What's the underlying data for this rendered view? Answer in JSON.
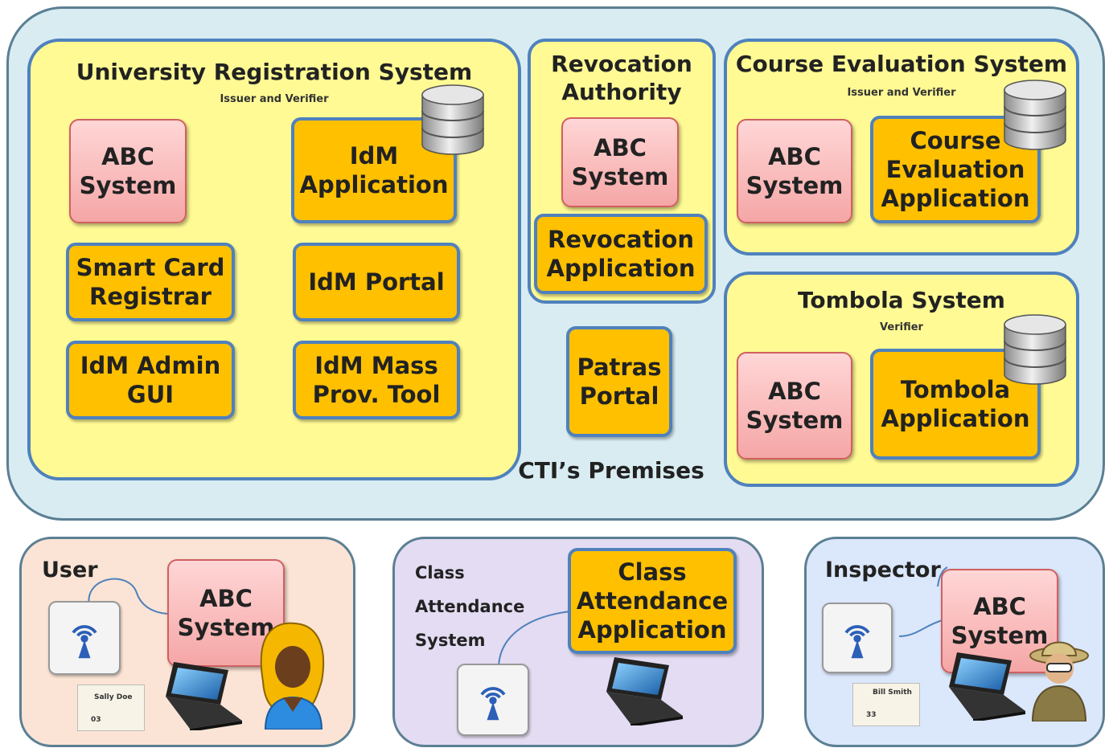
{
  "premises": {
    "label": "CTI’s Premises"
  },
  "urs": {
    "title": "University Registration System",
    "subtitle": "Issuer and Verifier",
    "abc": "ABC\nSystem",
    "idm_app": "IdM\nApplication",
    "smart_card": "Smart Card\nRegistrar",
    "idm_portal": "IdM Portal",
    "idm_admin": "IdM Admin\nGUI",
    "idm_mass": "IdM Mass\nProv. Tool"
  },
  "revocation": {
    "title": "Revocation\nAuthority",
    "abc": "ABC\nSystem",
    "app": "Revocation\nApplication"
  },
  "patras": {
    "label": "Patras\nPortal"
  },
  "course_eval": {
    "title": "Course Evaluation System",
    "subtitle": "Issuer and Verifier",
    "abc": "ABC\nSystem",
    "app": "Course\nEvaluation\nApplication"
  },
  "tombola": {
    "title": "Tombola System",
    "subtitle": "Verifier",
    "abc": "ABC\nSystem",
    "app": "Tombola\nApplication"
  },
  "user": {
    "label": "User",
    "abc": "ABC\nSystem",
    "card_name": "Sally Doe",
    "card_id": "03"
  },
  "class_attendance": {
    "label": "Class\nAttendance\nSystem",
    "app": "Class\nAttendance\nApplication"
  },
  "inspector": {
    "label": "Inspector",
    "abc": "ABC\nSystem",
    "card_name": "Bill Smith",
    "card_id": "33"
  },
  "icons": [
    "database-icon",
    "smartcard-reader-icon",
    "laptop-icon",
    "user-avatar-icon",
    "inspector-avatar-icon",
    "id-card-icon"
  ],
  "colors": {
    "background": "#d8ecf2",
    "panel": "#fffa94",
    "border": "#4f81bd",
    "app_box": "#ffc000",
    "abc_box": "#f5a6a6",
    "user_area": "#fbe4d5",
    "class_area": "#e4dcf2",
    "inspector_area": "#dbe7fb"
  }
}
